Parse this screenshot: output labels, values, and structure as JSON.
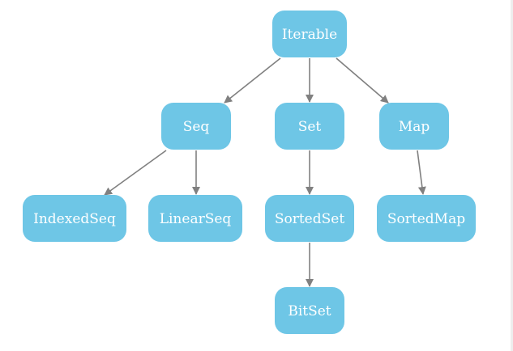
{
  "colors": {
    "node_fill": "#6ec6e6",
    "node_text": "#ffffff",
    "edge": "#808080"
  },
  "nodes": [
    {
      "id": "iterable",
      "label": "Iterable"
    },
    {
      "id": "seq",
      "label": "Seq"
    },
    {
      "id": "set",
      "label": "Set"
    },
    {
      "id": "map",
      "label": "Map"
    },
    {
      "id": "indexedseq",
      "label": "IndexedSeq"
    },
    {
      "id": "linearseq",
      "label": "LinearSeq"
    },
    {
      "id": "sortedset",
      "label": "SortedSet"
    },
    {
      "id": "sortedmap",
      "label": "SortedMap"
    },
    {
      "id": "bitset",
      "label": "BitSet"
    }
  ],
  "edges": [
    {
      "from": "iterable",
      "to": "seq"
    },
    {
      "from": "iterable",
      "to": "set"
    },
    {
      "from": "iterable",
      "to": "map"
    },
    {
      "from": "seq",
      "to": "indexedseq"
    },
    {
      "from": "seq",
      "to": "linearseq"
    },
    {
      "from": "set",
      "to": "sortedset"
    },
    {
      "from": "map",
      "to": "sortedmap"
    },
    {
      "from": "sortedset",
      "to": "bitset"
    }
  ]
}
